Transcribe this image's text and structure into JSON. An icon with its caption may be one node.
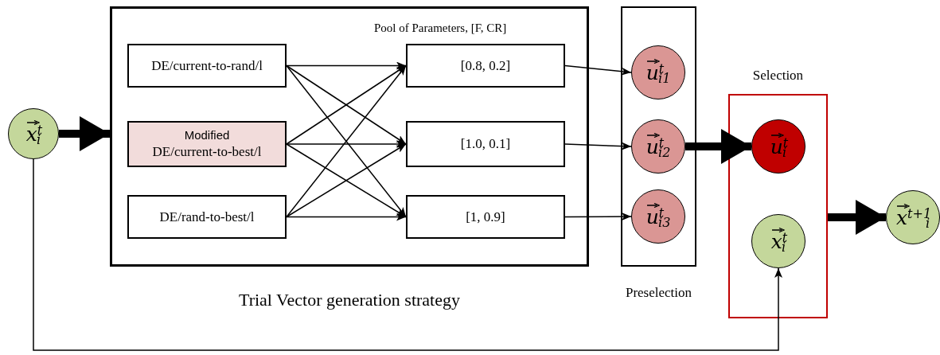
{
  "diagram": {
    "nodes": [
      {
        "text": [
          "x$^{t}$$_{i}$"
        ]
      },
      {
        "text": [
          "Trial Vector generation strategy"
        ]
      },
      {
        "text": [
          "DE/current-to-rand/l"
        ],
        "in": 1
      },
      {
        "text": [
          "Modified",
          "DE/current-to-best/l"
        ],
        "in": 1
      },
      {
        "text": [
          "DE/rand-to-best/l"
        ],
        "in": 1
      },
      {
        "text": [
          "[0.8, 0.2]"
        ],
        "in": 1
      },
      {
        "text": [
          "[1.0, 0.1]"
        ],
        "in": 1
      },
      {
        "text": [
          "[1, 0.9]"
        ],
        "in": 1
      },
      {
        "text": [
          "Preselection"
        ]
      },
      {
        "text": [
          "u$^{t}$$_{i1}$"
        ],
        "in": 8
      },
      {
        "text": [
          "u$^{t}$$_{i2}$"
        ],
        "in": 8
      },
      {
        "text": [
          "u$^{t}$$_{i3}$"
        ],
        "in": 8
      },
      {
        "text": [
          "Selection"
        ]
      },
      {
        "text": [
          "u$^{t}$$_{i}$"
        ],
        "in": 12
      },
      {
        "text": [
          "x$^{t}$$_{i}$"
        ],
        "in": 12
      },
      {
        "text": [
          "x$^{t+1}$$_{i}$"
        ]
      }
    ],
    "edges": [
      {
        "from": 0,
        "to": 1,
        "arrow": "to",
        "style": "thick"
      },
      {
        "from": 2,
        "to": 5,
        "arrow": "to"
      },
      {
        "from": 2,
        "to": 6,
        "arrow": "to"
      },
      {
        "from": 2,
        "to": 7,
        "arrow": "to"
      },
      {
        "from": 3,
        "to": 5,
        "arrow": "to"
      },
      {
        "from": 3,
        "to": 6,
        "arrow": "to"
      },
      {
        "from": 3,
        "to": 7,
        "arrow": "to"
      },
      {
        "from": 4,
        "to": 5,
        "arrow": "to"
      },
      {
        "from": 4,
        "to": 6,
        "arrow": "to"
      },
      {
        "from": 4,
        "to": 7,
        "arrow": "to"
      },
      {
        "from": 5,
        "to": 9,
        "arrow": "to"
      },
      {
        "from": 6,
        "to": 10,
        "arrow": "to"
      },
      {
        "from": 7,
        "to": 11,
        "arrow": "to"
      },
      {
        "from": 10,
        "to": 13,
        "arrow": "to",
        "style": "thick"
      },
      {
        "from": 12,
        "to": 15,
        "arrow": "to",
        "style": "thick"
      },
      {
        "from": 0,
        "to": 14,
        "arrow": "to"
      }
    ],
    "labels": [
      "Pool of Parameters, [F, CR]"
    ]
  }
}
